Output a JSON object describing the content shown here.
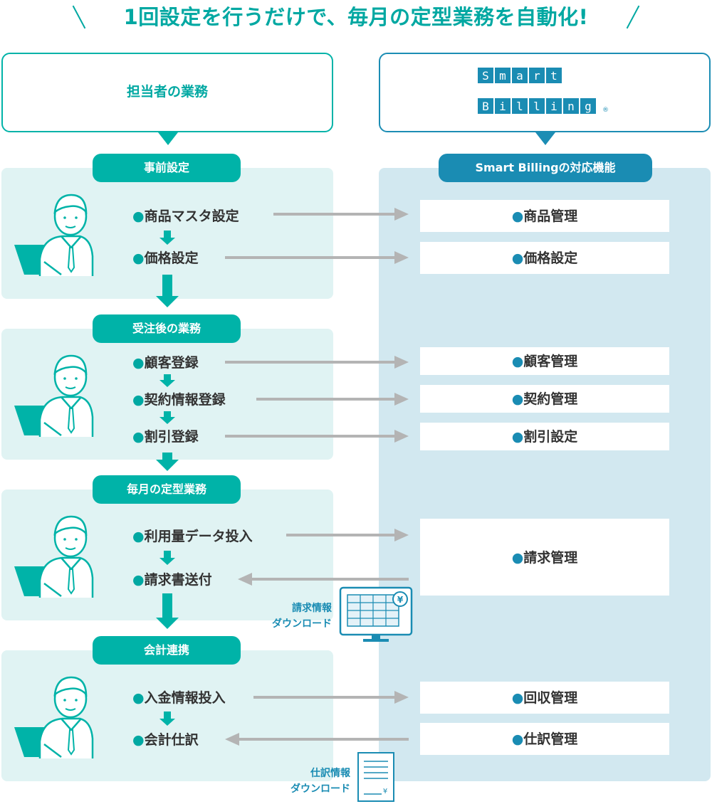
{
  "headline": "1回設定を行うだけで、毎月の定型業務を自動化!",
  "left_header": "担当者の業務",
  "logo": {
    "row1": [
      "S",
      "m",
      "a",
      "r",
      "t"
    ],
    "row2": [
      "B",
      "i",
      "l",
      "l",
      "i",
      "n",
      "g"
    ],
    "mark": "®"
  },
  "right_pill": "Smart Billingの対応機能",
  "sections": [
    {
      "title": "事前設定",
      "steps": [
        "商品マスタ設定",
        "価格設定"
      ]
    },
    {
      "title": "受注後の業務",
      "steps": [
        "顧客登録",
        "契約情報登録",
        "割引登録"
      ]
    },
    {
      "title": "毎月の定型業務",
      "steps": [
        "利用量データ投入",
        "請求書送付"
      ]
    },
    {
      "title": "会計連携",
      "steps": [
        "入金情報投入",
        "会計仕訳"
      ]
    }
  ],
  "features": [
    "商品管理",
    "価格設定",
    "顧客管理",
    "契約管理",
    "割引設定",
    "請求管理",
    "回収管理",
    "仕訳管理"
  ],
  "downloads": {
    "billing": [
      "請求情報",
      "ダウンロード"
    ],
    "journal": [
      "仕訳情報",
      "ダウンロード"
    ],
    "yen": "¥"
  },
  "colors": {
    "teal": "#00B3A8",
    "blue": "#1A8CB3",
    "gray_arrow": "#B4B4B4"
  },
  "icons": [
    "person-with-laptop-icon",
    "monitor-spreadsheet-icon",
    "document-icon"
  ]
}
